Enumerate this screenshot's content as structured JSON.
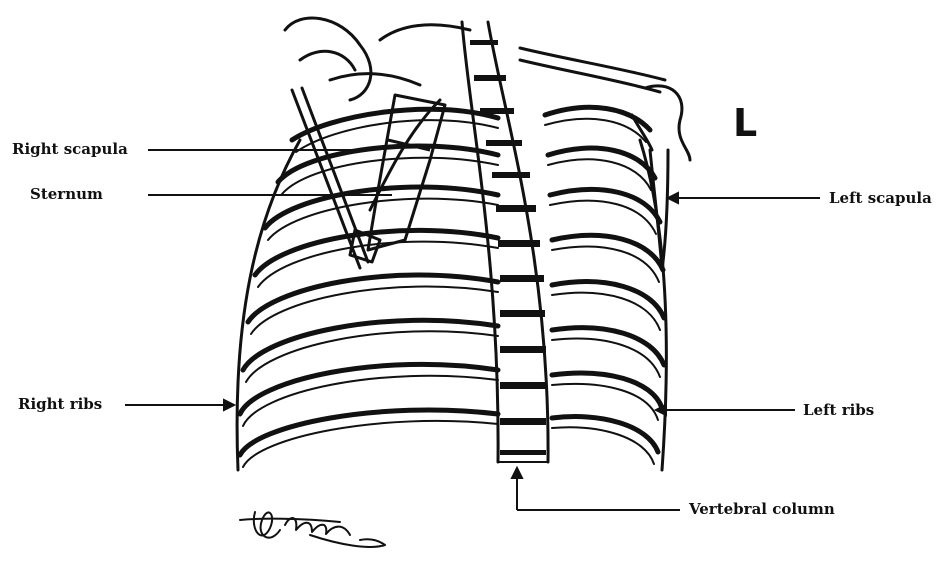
{
  "figure": {
    "side_marker": "L",
    "colors": {
      "ink": "#111111",
      "background": "#ffffff"
    },
    "labels": {
      "right_scapula": "Right scapula",
      "sternum": "Sternum",
      "right_ribs": "Right ribs",
      "left_scapula": "Left scapula",
      "left_ribs": "Left ribs",
      "vertebral_column": "Vertebral column"
    },
    "signature": "handwritten signature"
  }
}
